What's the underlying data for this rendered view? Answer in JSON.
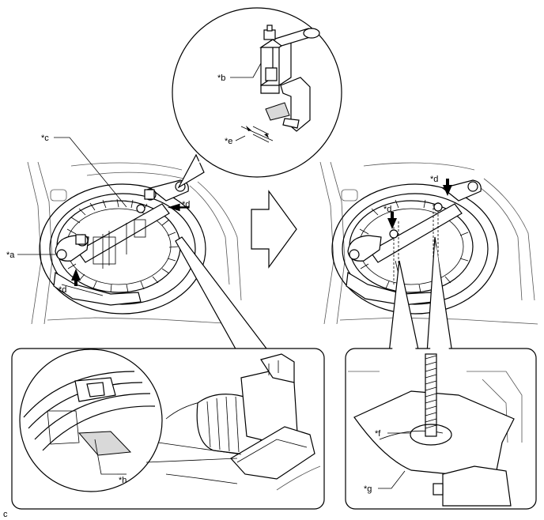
{
  "labels": {
    "a": "*a",
    "b": "*b",
    "c": "*c",
    "d": "*d",
    "e": "*e",
    "f": "*f",
    "g": "*g",
    "h": "*h"
  },
  "figure_code": "c"
}
